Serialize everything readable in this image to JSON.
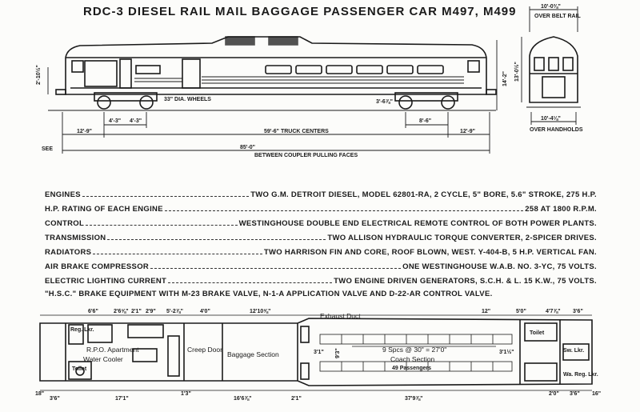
{
  "title": "RDC-3 DIESEL RAIL MAIL BAGGAGE PASSENGER CAR M497, M499",
  "side_view": {
    "wheels_label": "33\" DIA. WHEELS",
    "dims": {
      "height_left": "2'-10½\"",
      "height_right": "14'-2\"",
      "end_height": "13'-0½\"",
      "axle_left_1": "4'-3\"",
      "axle_left_2": "4'-3\"",
      "axle_right": "8'-6\"",
      "wheel_height": "3'-6⅞\"",
      "overhang_left": "12'-9\"",
      "truck_centers": "59'-6\" TRUCK CENTERS",
      "overhang_right": "12'-9\"",
      "overall_length": "85'-0\"",
      "overall_caption": "BETWEEN COUPLER PULLING FACES",
      "left_tag": "SEE"
    }
  },
  "end_view": {
    "top_width": "10'-0⅜\"",
    "top_caption": "OVER BELT RAIL",
    "bottom_width": "10'-4⅛\"",
    "bottom_caption": "OVER HANDHOLDS"
  },
  "specs": [
    {
      "label": "ENGINES",
      "value": "TWO G.M. DETROIT DIESEL, MODEL 62801-RA, 2 CYCLE, 5\" BORE, 5.6\" STROKE, 275 H.P."
    },
    {
      "label": "H.P. RATING OF EACH ENGINE",
      "value": "258 AT 1800 R.P.M."
    },
    {
      "label": "CONTROL",
      "value": "WESTINGHOUSE DOUBLE END ELECTRICAL REMOTE CONTROL OF BOTH POWER PLANTS."
    },
    {
      "label": "TRANSMISSION",
      "value": "TWO ALLISON HYDRAULIC TORQUE CONVERTER, 2-SPICER DRIVES."
    },
    {
      "label": "RADIATORS",
      "value": "TWO HARRISON FIN AND CORE, ROOF BLOWN, WEST. Y-404-B, 5 H.P. VERTICAL FAN."
    },
    {
      "label": "AIR BRAKE COMPRESSOR",
      "value": "ONE WESTINGHOUSE W.A.B. NO. 3-YC, 75 VOLTS."
    },
    {
      "label": "ELECTRIC LIGHTING CURRENT",
      "value": "TWO ENGINE DRIVEN GENERATORS, S.C.H. & L. 15 K.W., 75 VOLTS."
    }
  ],
  "note": "\"H.S.C.\" BRAKE EQUIPMENT WITH M-23 BRAKE VALVE, N-1-A APPLICATION VALVE AND D-22-AR CONTROL VALVE.",
  "floor_plan": {
    "top_dims": [
      "6'6\"",
      "2'6⅝\"",
      "2'1\"",
      "2'9\"",
      "5'-2⅞\"",
      "4'0\"",
      "12'10⅝\"",
      "12\"",
      "5'0\"",
      "4'7⅞\"",
      "3'6\""
    ],
    "rooms": {
      "reg_lkr": "Reg. Lkr.",
      "rpo_apartment": "R.P.O. Apartment",
      "water_cooler": "Water Cooler",
      "toilet_left": "Toilet",
      "creep_door": "Creep Door",
      "baggage": "Baggage Section",
      "exhaust": "Exhaust Duct",
      "spacing": "9 Spcs @ 30\" = 27'0\"",
      "coach": "Coach Section",
      "passengers": "49 Passengers",
      "toilet_right": "Toilet",
      "sw_lkr": "Sw. Lkr.",
      "wa_reg_lkr": "Wa. Reg. Lkr.",
      "dim_3_1": "3'1\"",
      "dim_3_1b": "3'1½\"",
      "dim_9_3": "9'3\""
    },
    "bottom_dims": [
      "18\"",
      "3'6\"",
      "17'1\"",
      "1'3\"",
      "16'6⅞\"",
      "2'1\"",
      "37'9⅞\"",
      "2'0\"",
      "3'6\"",
      "16\""
    ]
  }
}
